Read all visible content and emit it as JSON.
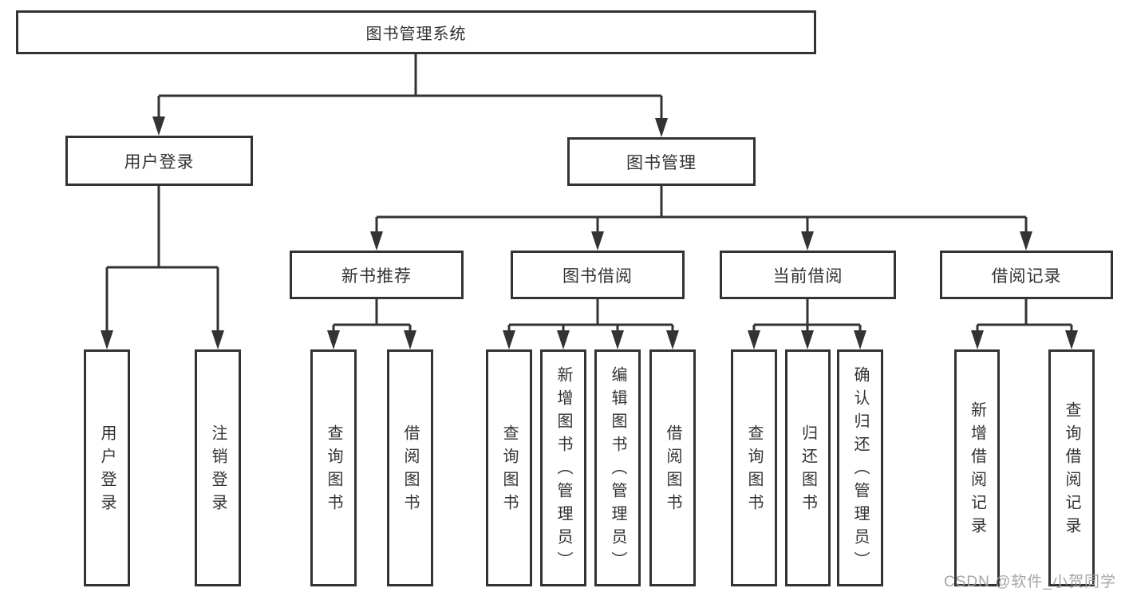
{
  "diagram": {
    "root": "图书管理系统",
    "level2": {
      "user_login": "用户登录",
      "book_management": "图书管理"
    },
    "level3": {
      "new_book_recommend": "新书推荐",
      "book_borrow": "图书借阅",
      "current_borrow": "当前借阅",
      "borrow_records": "借阅记录"
    },
    "leaves": {
      "user_login": "用户登录",
      "logout": "注销登录",
      "nbr_query_books": "查询图书",
      "nbr_borrow_books": "借阅图书",
      "bb_query_books": "查询图书",
      "bb_add_books_admin": "新增图书（管理员）",
      "bb_edit_books_admin": "编辑图书（管理员）",
      "bb_borrow_books": "借阅图书",
      "cb_query_books": "查询图书",
      "cb_return_books": "归还图书",
      "cb_confirm_return_admin": "确认归还（管理员）",
      "br_add_record": "新增借阅记录",
      "br_query_record": "查询借阅记录"
    }
  },
  "watermark": "CSDN @软件_小贺同学",
  "colors": {
    "line": "#333333",
    "text": "#333333",
    "background": "#ffffff"
  }
}
